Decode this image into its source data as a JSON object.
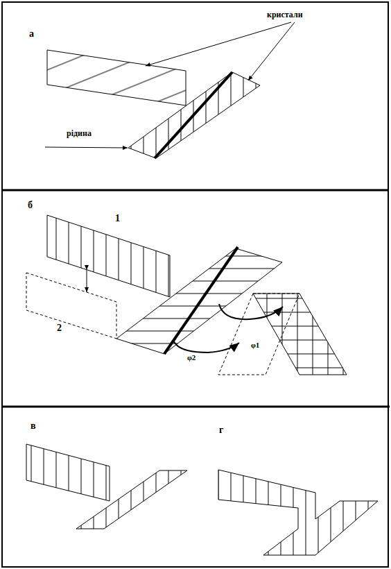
{
  "diagram": {
    "labels": [
      "а",
      "кристали",
      "рідина",
      "б",
      "1",
      "2",
      "φ1",
      "φ2",
      "в",
      "г"
    ]
  }
}
